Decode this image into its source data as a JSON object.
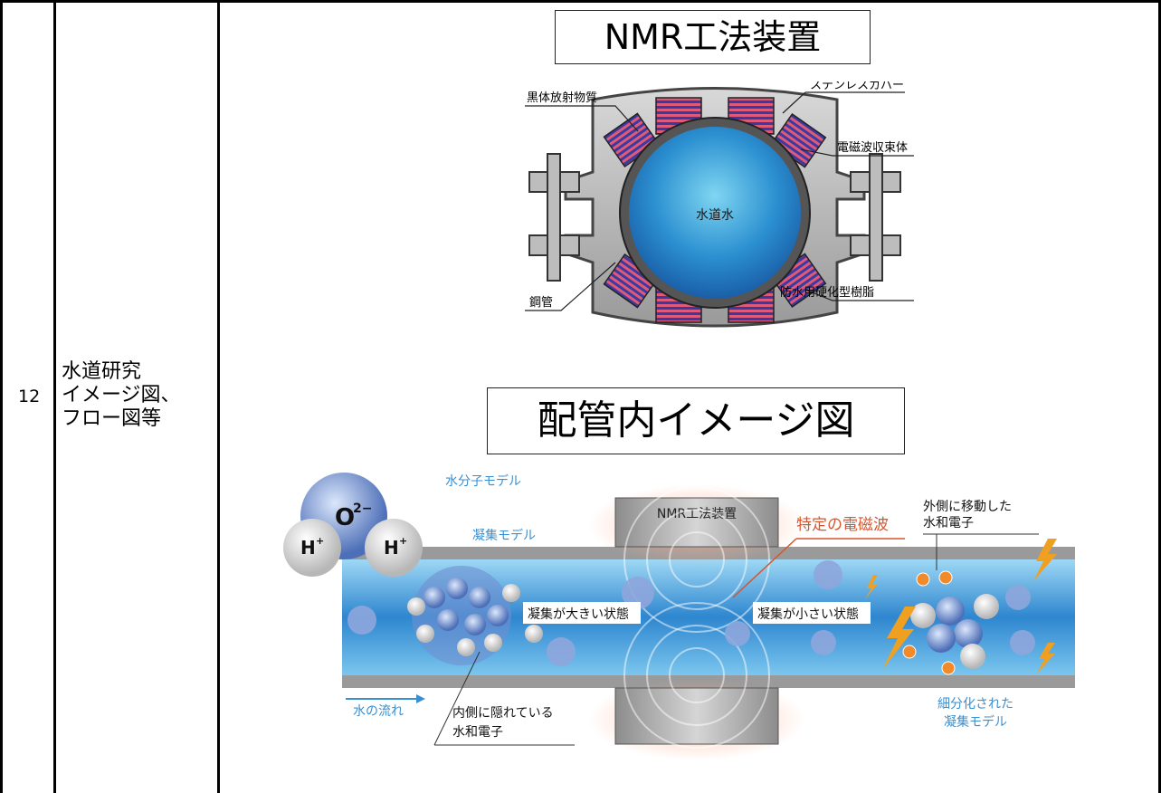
{
  "row": {
    "number": "12",
    "label": "水道研究\nイメージ図、\nフロー図等"
  },
  "device_diagram": {
    "title": "NMR工法装置",
    "labels": {
      "black_body": "黒体放射物質",
      "stainless_cover": "ステンレスカバー",
      "em_converger": "電磁波収束体",
      "tap_water": "水道水",
      "steel_pipe": "鋼管",
      "resin": "防水用硬化型樹脂"
    }
  },
  "pipe_diagram": {
    "title": "配管内イメージ図",
    "labels": {
      "water_molecule_model": "水分子モデル",
      "oxygen": "O",
      "oxygen_charge": "2−",
      "hydrogen_left": "H",
      "hydrogen_right": "H",
      "hydrogen_charge": "+",
      "aggregate_model": "凝集モデル",
      "device": "NMR工法装置",
      "em_wave": "特定の電磁波",
      "outward_electrons_1": "外側に移動した",
      "outward_electrons_2": "水和電子",
      "large_state": "凝集が大きい状態",
      "small_state": "凝集が小さい状態",
      "water_flow": "水の流れ",
      "hidden_electrons_1": "内側に隠れている",
      "hidden_electrons_2": "水和電子",
      "subdivided_1": "細分化された",
      "subdivided_2": "凝集モデル"
    },
    "colors": {
      "accent_blue": "#3a8fd0",
      "em_wave_red": "#d9542a",
      "lightning": "#f0a020"
    }
  }
}
